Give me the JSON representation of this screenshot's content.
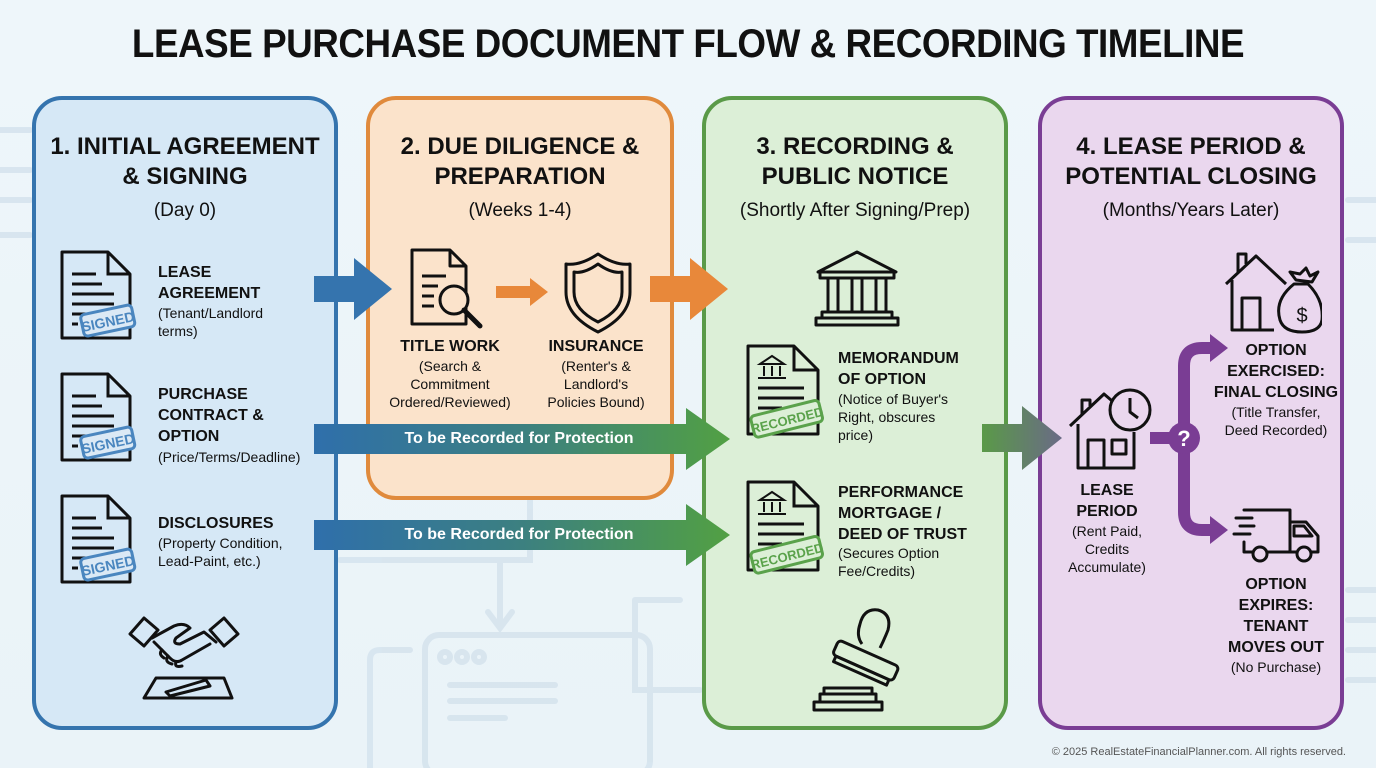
{
  "title": "LEASE PURCHASE DOCUMENT FLOW & RECORDING TIMELINE",
  "colors": {
    "blue": "#3574ae",
    "orange": "#e08a3c",
    "green": "#5a9a48",
    "purple": "#7a3d94"
  },
  "panels": [
    {
      "heading_line1": "1. INITIAL AGREEMENT",
      "heading_line2": "& SIGNING",
      "subtitle": "(Day 0)",
      "items": [
        {
          "title_lines": [
            "LEASE",
            "AGREEMENT"
          ],
          "desc_lines": [
            "(Tenant/Landlord",
            "terms)"
          ],
          "stamp": "SIGNED",
          "icon": "signed-document-icon"
        },
        {
          "title_lines": [
            "PURCHASE",
            "CONTRACT &",
            "OPTION"
          ],
          "desc_lines": [
            "(Price/Terms/Deadline)"
          ],
          "stamp": "SIGNED",
          "icon": "signed-document-icon"
        },
        {
          "title_lines": [
            "DISCLOSURES"
          ],
          "desc_lines": [
            "(Property Condition,",
            "Lead-Paint, etc.)"
          ],
          "stamp": "SIGNED",
          "icon": "signed-document-icon"
        }
      ],
      "footer_icon": "handshake-signing-icon"
    },
    {
      "heading_line1": "2. DUE DILIGENCE &",
      "heading_line2": "PREPARATION",
      "subtitle": "(Weeks 1-4)",
      "items": [
        {
          "title": "TITLE WORK",
          "desc_lines": [
            "(Search &",
            "Commitment",
            "Ordered/Reviewed)"
          ],
          "icon": "document-search-icon"
        },
        {
          "title": "INSURANCE",
          "desc_lines": [
            "(Renter's &",
            "Landlord's",
            "Policies Bound)"
          ],
          "icon": "shield-icon"
        }
      ]
    },
    {
      "heading_line1": "3. RECORDING &",
      "heading_line2": "PUBLIC NOTICE",
      "subtitle": "(Shortly After Signing/Prep)",
      "header_icon": "courthouse-icon",
      "items": [
        {
          "title_lines": [
            "MEMORANDUM",
            "OF OPTION"
          ],
          "desc_lines": [
            "(Notice of Buyer's",
            "Right, obscures",
            "price)"
          ],
          "stamp": "RECORDED",
          "icon": "recorded-document-icon"
        },
        {
          "title_lines": [
            "PERFORMANCE",
            "MORTGAGE /",
            "DEED OF TRUST"
          ],
          "desc_lines": [
            "(Secures Option",
            "Fee/Credits)"
          ],
          "stamp": "RECORDED",
          "icon": "recorded-document-icon"
        }
      ],
      "footer_icon": "rubber-stamp-icon"
    },
    {
      "heading_line1": "4. LEASE PERIOD &",
      "heading_line2": "POTENTIAL CLOSING",
      "subtitle": "(Months/Years Later)",
      "lease": {
        "title_lines": [
          "LEASE",
          "PERIOD"
        ],
        "desc_lines": [
          "(Rent Paid,",
          "Credits",
          "Accumulate)"
        ],
        "icon": "house-clock-icon"
      },
      "decision": "?",
      "outcomes": [
        {
          "title_lines": [
            "OPTION",
            "EXERCISED:",
            "FINAL CLOSING"
          ],
          "desc_lines": [
            "(Title Transfer,",
            "Deed Recorded)"
          ],
          "icon": "house-money-bag-icon"
        },
        {
          "title_lines": [
            "OPTION",
            "EXPIRES:",
            "TENANT",
            "MOVES OUT"
          ],
          "desc_lines": [
            "(No Purchase)"
          ],
          "icon": "moving-truck-icon"
        }
      ]
    }
  ],
  "banners": [
    "To be Recorded for Protection",
    "To be Recorded for Protection"
  ],
  "footer": "© 2025 RealEstateFinancialPlanner.com. All rights reserved."
}
